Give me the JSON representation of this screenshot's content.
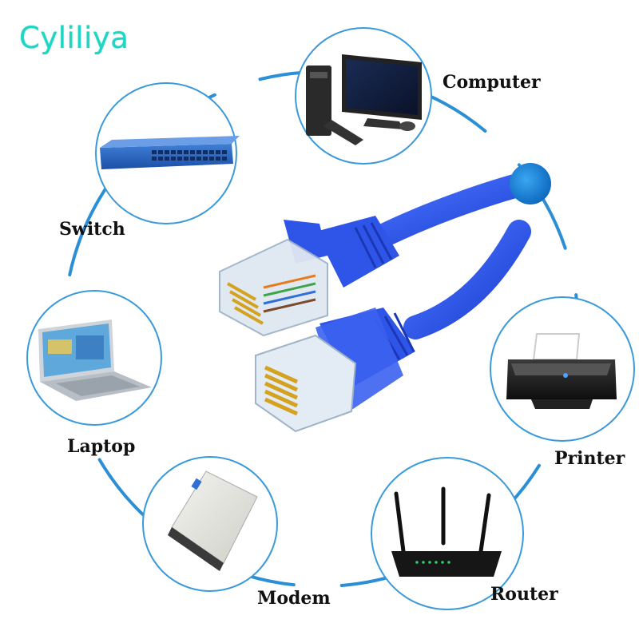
{
  "brand": "Cyliliya",
  "devices": {
    "computer": "Computer",
    "switch": "Switch",
    "laptop": "Laptop",
    "printer": "Printer",
    "modem": "Modem",
    "router": "Router"
  },
  "colors": {
    "ring": "#2a8fd6",
    "cable": "#2f55e8",
    "brand": "#1fd6c4",
    "circle_border": "#3a9ad9"
  }
}
